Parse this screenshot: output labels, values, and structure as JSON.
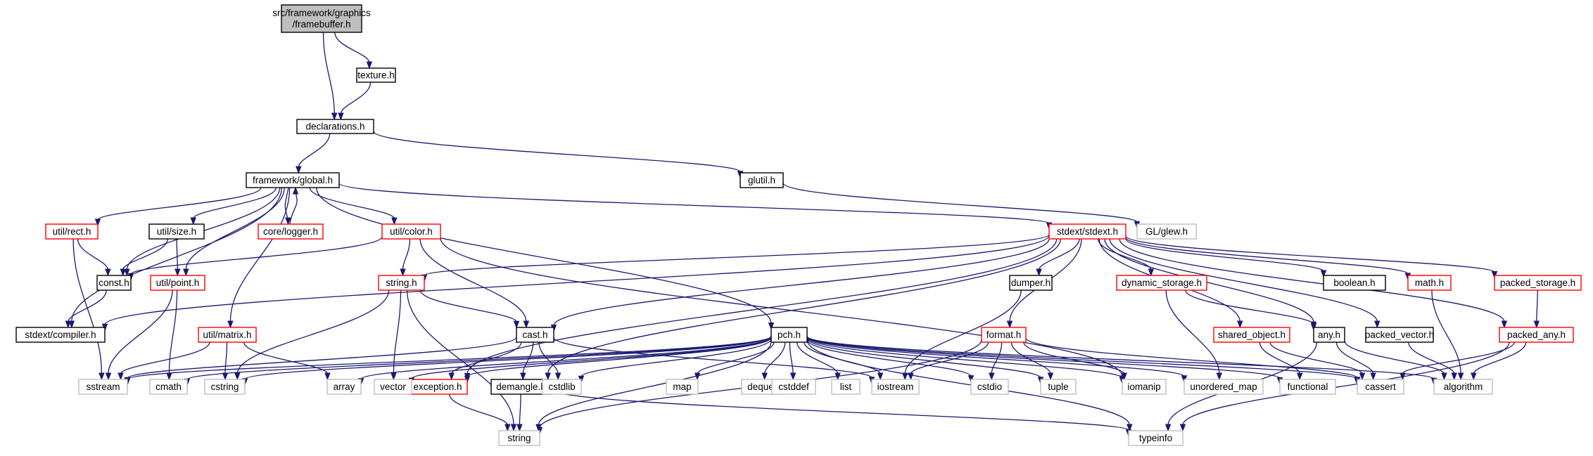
{
  "diagram": {
    "colors": {
      "edge": "#191970",
      "root_fill": "#bfbfbf",
      "border_documented": "#000000",
      "border_truncated": "#ff0000",
      "border_system": "#bfbfbf",
      "node_fill": "#ffffff"
    },
    "nodes": [
      {
        "id": "root",
        "label": [
          "src/framework/graphics",
          "/framebuffer.h"
        ],
        "kind": "root"
      },
      {
        "id": "texture",
        "label": [
          "texture.h"
        ],
        "kind": "documented"
      },
      {
        "id": "declarations",
        "label": [
          "declarations.h"
        ],
        "kind": "documented"
      },
      {
        "id": "global",
        "label": [
          "framework/global.h"
        ],
        "kind": "documented"
      },
      {
        "id": "glutil",
        "label": [
          "glutil.h"
        ],
        "kind": "documented"
      },
      {
        "id": "glew",
        "label": [
          "GL/glew.h"
        ],
        "kind": "system"
      },
      {
        "id": "rect",
        "label": [
          "util/rect.h"
        ],
        "kind": "truncated"
      },
      {
        "id": "size",
        "label": [
          "util/size.h"
        ],
        "kind": "documented"
      },
      {
        "id": "logger",
        "label": [
          "core/logger.h"
        ],
        "kind": "truncated"
      },
      {
        "id": "color",
        "label": [
          "util/color.h"
        ],
        "kind": "truncated"
      },
      {
        "id": "stdext",
        "label": [
          "stdext/stdext.h"
        ],
        "kind": "truncated"
      },
      {
        "id": "const",
        "label": [
          "const.h"
        ],
        "kind": "documented"
      },
      {
        "id": "point",
        "label": [
          "util/point.h"
        ],
        "kind": "truncated"
      },
      {
        "id": "compiler",
        "label": [
          "stdext/compiler.h"
        ],
        "kind": "documented"
      },
      {
        "id": "matrix",
        "label": [
          "util/matrix.h"
        ],
        "kind": "truncated"
      },
      {
        "id": "stringh",
        "label": [
          "string.h"
        ],
        "kind": "truncated"
      },
      {
        "id": "cast",
        "label": [
          "cast.h"
        ],
        "kind": "documented"
      },
      {
        "id": "pch",
        "label": [
          "pch.h"
        ],
        "kind": "documented"
      },
      {
        "id": "dumper",
        "label": [
          "dumper.h"
        ],
        "kind": "documented"
      },
      {
        "id": "format",
        "label": [
          "format.h"
        ],
        "kind": "truncated"
      },
      {
        "id": "dynstor",
        "label": [
          "dynamic_storage.h"
        ],
        "kind": "truncated"
      },
      {
        "id": "shobj",
        "label": [
          "shared_object.h"
        ],
        "kind": "truncated"
      },
      {
        "id": "any",
        "label": [
          "any.h"
        ],
        "kind": "documented"
      },
      {
        "id": "boolean",
        "label": [
          "boolean.h"
        ],
        "kind": "documented"
      },
      {
        "id": "mathh",
        "label": [
          "math.h"
        ],
        "kind": "truncated"
      },
      {
        "id": "pstor",
        "label": [
          "packed_storage.h"
        ],
        "kind": "truncated"
      },
      {
        "id": "pvec",
        "label": [
          "packed_vector.h"
        ],
        "kind": "documented"
      },
      {
        "id": "pany",
        "label": [
          "packed_any.h"
        ],
        "kind": "truncated"
      },
      {
        "id": "exception",
        "label": [
          "exception.h"
        ],
        "kind": "truncated"
      },
      {
        "id": "demangle",
        "label": [
          "demangle.h"
        ],
        "kind": "documented"
      },
      {
        "id": "sstream",
        "label": [
          "sstream"
        ],
        "kind": "system"
      },
      {
        "id": "cmath",
        "label": [
          "cmath"
        ],
        "kind": "system"
      },
      {
        "id": "cstring",
        "label": [
          "cstring"
        ],
        "kind": "system"
      },
      {
        "id": "array",
        "label": [
          "array"
        ],
        "kind": "system"
      },
      {
        "id": "vector",
        "label": [
          "vector"
        ],
        "kind": "system"
      },
      {
        "id": "cstdlib",
        "label": [
          "cstdlib"
        ],
        "kind": "system"
      },
      {
        "id": "map",
        "label": [
          "map"
        ],
        "kind": "system"
      },
      {
        "id": "deque",
        "label": [
          "deque"
        ],
        "kind": "system"
      },
      {
        "id": "cstddef",
        "label": [
          "cstddef"
        ],
        "kind": "system"
      },
      {
        "id": "list",
        "label": [
          "list"
        ],
        "kind": "system"
      },
      {
        "id": "iostream",
        "label": [
          "iostream"
        ],
        "kind": "system"
      },
      {
        "id": "cstdio",
        "label": [
          "cstdio"
        ],
        "kind": "system"
      },
      {
        "id": "tuple",
        "label": [
          "tuple"
        ],
        "kind": "system"
      },
      {
        "id": "iomanip",
        "label": [
          "iomanip"
        ],
        "kind": "system"
      },
      {
        "id": "unordmap",
        "label": [
          "unordered_map"
        ],
        "kind": "system"
      },
      {
        "id": "functional",
        "label": [
          "functional"
        ],
        "kind": "system"
      },
      {
        "id": "cassert",
        "label": [
          "cassert"
        ],
        "kind": "system"
      },
      {
        "id": "algorithm",
        "label": [
          "algorithm"
        ],
        "kind": "system"
      },
      {
        "id": "string",
        "label": [
          "string"
        ],
        "kind": "system"
      },
      {
        "id": "typeinfo",
        "label": [
          "typeinfo"
        ],
        "kind": "system"
      }
    ],
    "edges": [
      [
        "root",
        "texture"
      ],
      [
        "root",
        "declarations"
      ],
      [
        "texture",
        "declarations"
      ],
      [
        "declarations",
        "global"
      ],
      [
        "declarations",
        "glutil"
      ],
      [
        "glutil",
        "glew"
      ],
      [
        "global",
        "rect"
      ],
      [
        "global",
        "size"
      ],
      [
        "global",
        "logger"
      ],
      [
        "logger",
        "global"
      ],
      [
        "global",
        "color"
      ],
      [
        "global",
        "stdext"
      ],
      [
        "global",
        "const"
      ],
      [
        "global",
        "point"
      ],
      [
        "global",
        "compiler"
      ],
      [
        "global",
        "matrix"
      ],
      [
        "global",
        "pch"
      ],
      [
        "rect",
        "const"
      ],
      [
        "rect",
        "sstream"
      ],
      [
        "size",
        "const"
      ],
      [
        "size",
        "point"
      ],
      [
        "point",
        "sstream"
      ],
      [
        "point",
        "cmath"
      ],
      [
        "const",
        "compiler"
      ],
      [
        "color",
        "const"
      ],
      [
        "color",
        "stringh"
      ],
      [
        "color",
        "cast"
      ],
      [
        "color",
        "iomanip"
      ],
      [
        "matrix",
        "sstream"
      ],
      [
        "matrix",
        "cstring"
      ],
      [
        "matrix",
        "array"
      ],
      [
        "stringh",
        "cast"
      ],
      [
        "stringh",
        "cstring"
      ],
      [
        "stringh",
        "vector"
      ],
      [
        "stringh",
        "string"
      ],
      [
        "cast",
        "exception"
      ],
      [
        "cast",
        "demangle"
      ],
      [
        "cast",
        "cstdlib"
      ],
      [
        "cast",
        "sstream"
      ],
      [
        "cast",
        "iostream"
      ],
      [
        "exception",
        "string"
      ],
      [
        "demangle",
        "string"
      ],
      [
        "demangle",
        "typeinfo"
      ],
      [
        "stdext",
        "compiler"
      ],
      [
        "stdext",
        "stringh"
      ],
      [
        "stdext",
        "cast"
      ],
      [
        "stdext",
        "exception"
      ],
      [
        "stdext",
        "demangle"
      ],
      [
        "stdext",
        "dumper"
      ],
      [
        "stdext",
        "format"
      ],
      [
        "stdext",
        "dynstor"
      ],
      [
        "stdext",
        "shobj"
      ],
      [
        "stdext",
        "any"
      ],
      [
        "stdext",
        "boolean"
      ],
      [
        "stdext",
        "mathh"
      ],
      [
        "stdext",
        "pstor"
      ],
      [
        "stdext",
        "pvec"
      ],
      [
        "stdext",
        "pany"
      ],
      [
        "dumper",
        "iostream"
      ],
      [
        "format",
        "iostream"
      ],
      [
        "format",
        "cstdio"
      ],
      [
        "format",
        "tuple"
      ],
      [
        "format",
        "iomanip"
      ],
      [
        "format",
        "cassert"
      ],
      [
        "format",
        "string"
      ],
      [
        "dynstor",
        "any"
      ],
      [
        "dynstor",
        "unordmap"
      ],
      [
        "shobj",
        "cassert"
      ],
      [
        "shobj",
        "functional"
      ],
      [
        "any",
        "cassert"
      ],
      [
        "any",
        "algorithm"
      ],
      [
        "any",
        "typeinfo"
      ],
      [
        "mathh",
        "algorithm"
      ],
      [
        "pstor",
        "pany"
      ],
      [
        "pvec",
        "algorithm"
      ],
      [
        "pany",
        "cassert"
      ],
      [
        "pany",
        "algorithm"
      ],
      [
        "pany",
        "typeinfo"
      ],
      [
        "pch",
        "sstream"
      ],
      [
        "pch",
        "cmath"
      ],
      [
        "pch",
        "cstring"
      ],
      [
        "pch",
        "array"
      ],
      [
        "pch",
        "vector"
      ],
      [
        "pch",
        "exception"
      ],
      [
        "pch",
        "cstdlib"
      ],
      [
        "pch",
        "map"
      ],
      [
        "pch",
        "deque"
      ],
      [
        "pch",
        "cstddef"
      ],
      [
        "pch",
        "list"
      ],
      [
        "pch",
        "iostream"
      ],
      [
        "pch",
        "cstdio"
      ],
      [
        "pch",
        "tuple"
      ],
      [
        "pch",
        "iomanip"
      ],
      [
        "pch",
        "unordmap"
      ],
      [
        "pch",
        "functional"
      ],
      [
        "pch",
        "cassert"
      ],
      [
        "pch",
        "algorithm"
      ],
      [
        "pch",
        "string"
      ],
      [
        "pch",
        "typeinfo"
      ]
    ]
  }
}
